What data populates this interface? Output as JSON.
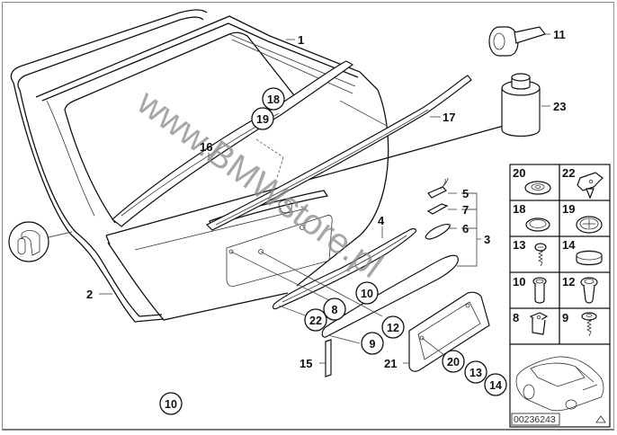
{
  "diagram": {
    "title": "Tailgate / trunk lid trim parts",
    "diagram_id": "00236243",
    "watermark": "www.BMWstore.pl",
    "callouts": [
      {
        "id": "c1",
        "label": "1"
      },
      {
        "id": "c2",
        "label": "2"
      },
      {
        "id": "c3",
        "label": "3"
      },
      {
        "id": "c4",
        "label": "4"
      },
      {
        "id": "c5",
        "label": "5"
      },
      {
        "id": "c6",
        "label": "6"
      },
      {
        "id": "c7",
        "label": "7"
      },
      {
        "id": "c11",
        "label": "11"
      },
      {
        "id": "c15",
        "label": "15"
      },
      {
        "id": "c16",
        "label": "16"
      },
      {
        "id": "c17",
        "label": "17"
      },
      {
        "id": "c21",
        "label": "21"
      },
      {
        "id": "c23",
        "label": "23"
      }
    ],
    "circled_callouts": [
      {
        "id": "r18",
        "label": "18"
      },
      {
        "id": "r19",
        "label": "19"
      },
      {
        "id": "r10a",
        "label": "10"
      },
      {
        "id": "r8",
        "label": "8"
      },
      {
        "id": "r22",
        "label": "22"
      },
      {
        "id": "r12",
        "label": "12"
      },
      {
        "id": "r9",
        "label": "9"
      },
      {
        "id": "r20",
        "label": "20"
      },
      {
        "id": "r13",
        "label": "13"
      },
      {
        "id": "r14",
        "label": "14"
      },
      {
        "id": "r10b",
        "label": "10"
      }
    ],
    "fastener_grid": [
      {
        "label": "20",
        "part": "washer"
      },
      {
        "label": "22",
        "part": "clip-plate"
      },
      {
        "label": "18",
        "part": "grommet-ring"
      },
      {
        "label": "19",
        "part": "cap-plug"
      },
      {
        "label": "13",
        "part": "screw"
      },
      {
        "label": "14",
        "part": "round-cap"
      },
      {
        "label": "10",
        "part": "expanding-nut"
      },
      {
        "label": "12",
        "part": "flanged-nut"
      },
      {
        "label": "8",
        "part": "speed-nut"
      },
      {
        "label": "9",
        "part": "flange-screw"
      }
    ]
  }
}
